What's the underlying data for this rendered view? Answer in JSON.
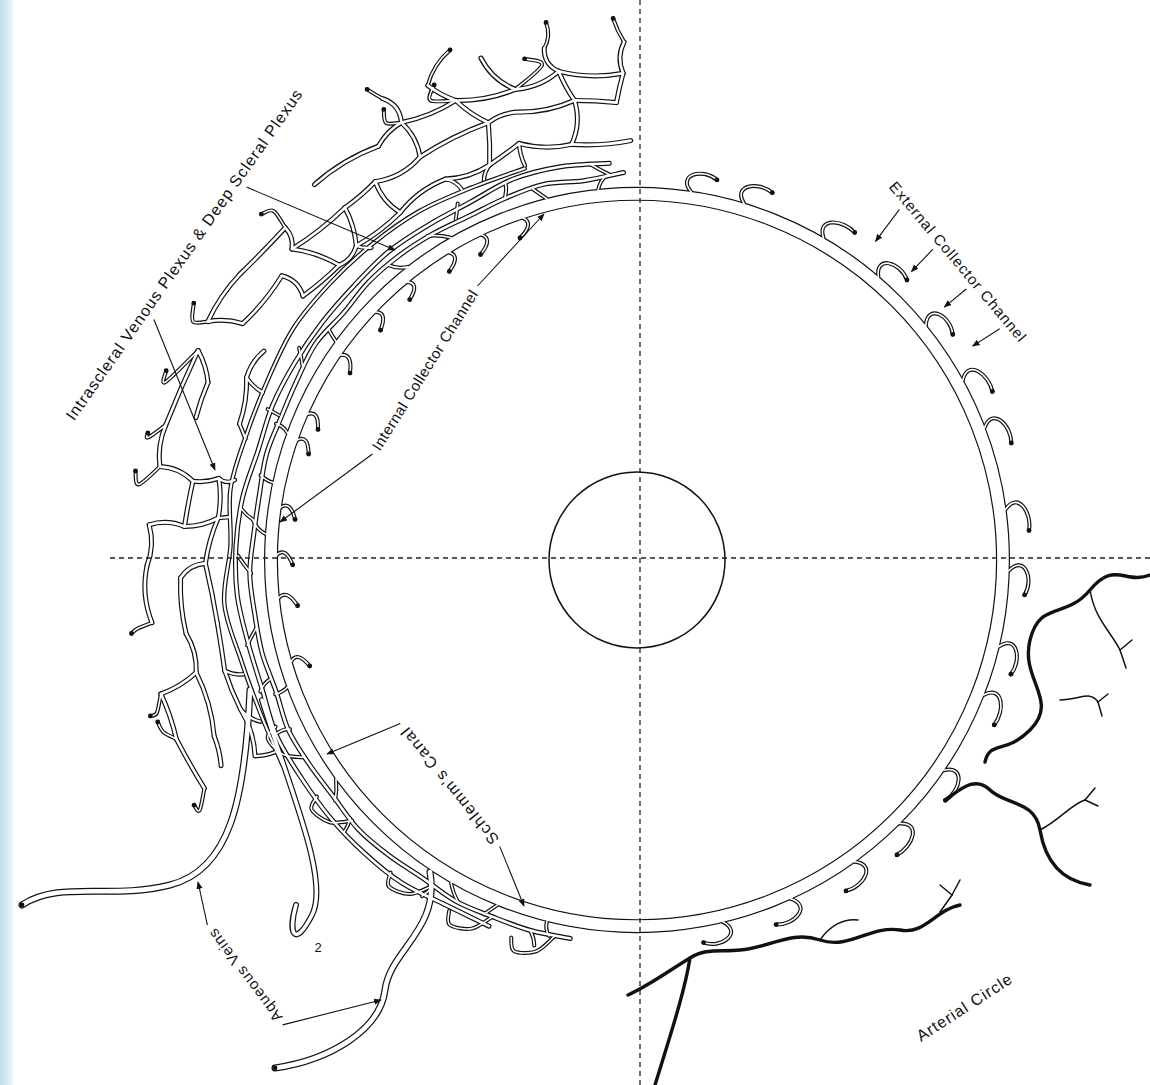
{
  "diagram": {
    "labels": [
      "Intrascleral Venous Plexus & Deep Scleral Plexus",
      "Internal Collector Channel",
      "External Collector Channel",
      "Schlemm's Canal",
      "2",
      "Aqueous Veins",
      "Arterial Circle"
    ]
  }
}
